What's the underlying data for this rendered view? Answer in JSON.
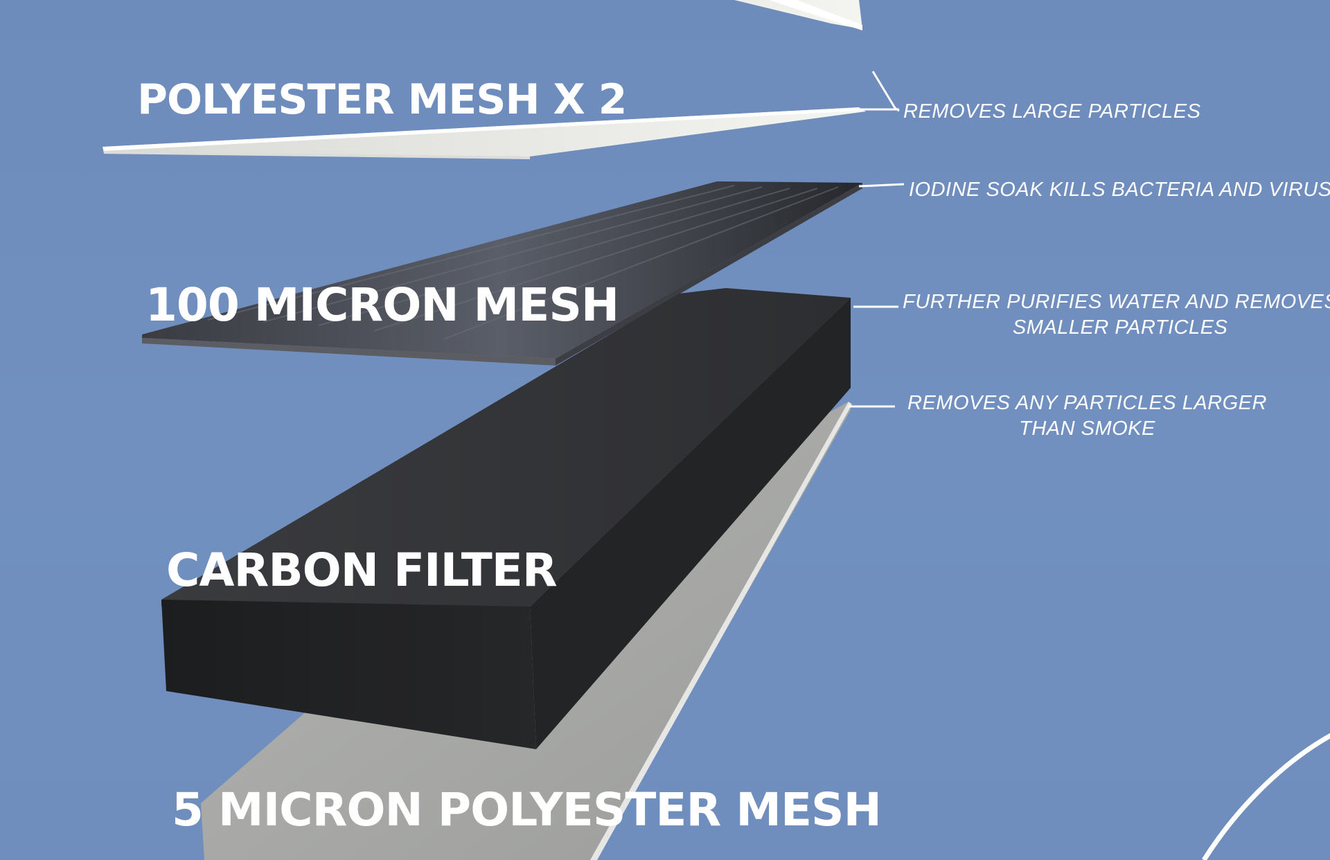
{
  "layers": [
    {
      "label": "POLYESTER MESH X 2",
      "callout": "REMOVES LARGE PARTICLES"
    },
    {
      "label": "100 MICRON MESH",
      "callout": "IODINE SOAK KILLS BACTERIA AND VIRUSES"
    },
    {
      "label": "CARBON FILTER",
      "callout_lines": [
        "FURTHER PURIFIES WATER AND REMOVES",
        "SMALLER PARTICLES"
      ]
    },
    {
      "label": "5 MICRON POLYESTER MESH",
      "callout_lines": [
        "REMOVES ANY PARTICLES LARGER",
        "THAN SMOKE"
      ]
    }
  ],
  "colors": {
    "background": "#6f8ebd",
    "mesh_light": "#f2f2ee",
    "mesh_grey": "#a9aaa8",
    "mesh_dark": "#2a2b2e",
    "carbon": "#2e2f31",
    "text": "#ffffff"
  }
}
